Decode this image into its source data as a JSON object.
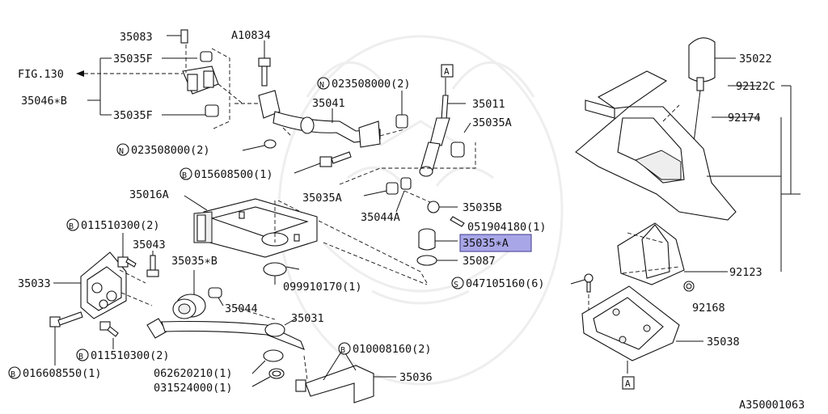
{
  "labels": {
    "p35083": "35083",
    "a10834": "A10834",
    "p35035f_top": "35035F",
    "fig130": "FIG.130",
    "p35046b": "35046∗B",
    "p35035f_bot": "35035F",
    "n023508000_top": "023508000(2)",
    "n023508000_bot": "023508000(2)",
    "p35041": "35041",
    "p35011": "35011",
    "p35035a_top": "35035A",
    "b015608500": "015608500(1)",
    "p35035a_mid": "35035A",
    "p35016a": "35016A",
    "p35044a": "35044A",
    "p35035b_right": "35035B",
    "p051904180": "051904180(1)",
    "p35035sa": "35035∗A",
    "p35087": "35087",
    "b011510300_top": "011510300(2)",
    "p35043": "35043",
    "p35035sb": "35035∗B",
    "p35033": "35033",
    "p099910170": "099910170(1)",
    "p35044": "35044",
    "p35031": "35031",
    "b011510300_bot": "011510300(2)",
    "b010008160": "010008160(2)",
    "b016608550": "016608550(1)",
    "p062620210": "062620210(1)",
    "p031524000": "031524000(1)",
    "p35036": "35036",
    "p35022": "35022",
    "p92122c": "92122C",
    "p92174": "92174",
    "p92123": "92123",
    "s047105160": "047105160(6)",
    "p92168": "92168",
    "p35038": "35038",
    "ref_a_top": "A",
    "ref_a_bot": "A",
    "drawing_id": "A350001063"
  },
  "markers": {
    "b": "B",
    "n": "N",
    "s": "S"
  },
  "highlight_color": "#a9a6e8",
  "highlight_border": "#3c3a8c"
}
